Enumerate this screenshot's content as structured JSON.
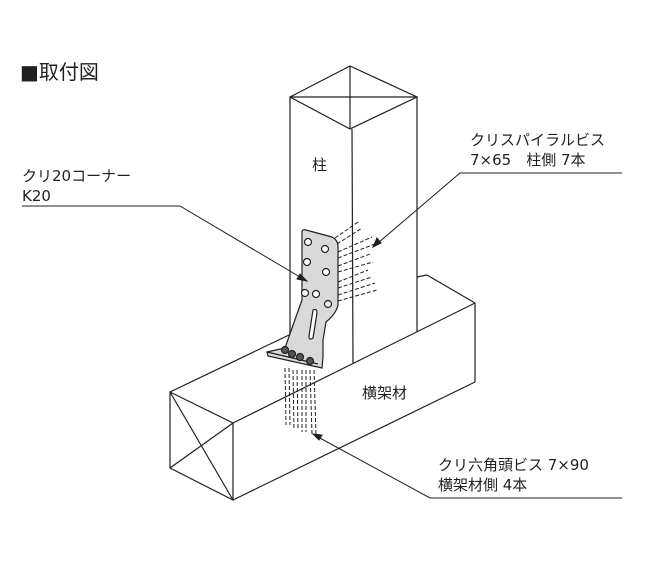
{
  "title": "■取付図",
  "labels": {
    "column": "柱",
    "beam": "横架材",
    "bracket_line1": "クリ20コーナー",
    "bracket_line2": "K20",
    "column_screw_line1": "クリスパイラルビス",
    "column_screw_line2": "7×65　柱側 7本",
    "beam_screw_line1": "クリ六角頭ビス 7×90",
    "beam_screw_line2": "横架材側 4本"
  },
  "colors": {
    "line": "#231f20",
    "bracket_fill": "#d9d9d9"
  }
}
